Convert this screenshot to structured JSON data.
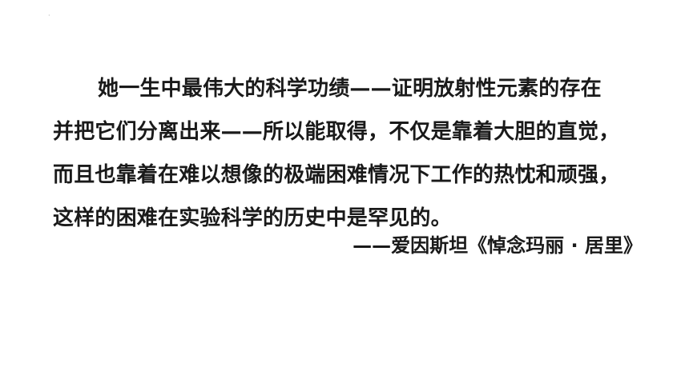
{
  "slide": {
    "corner_mark": "·",
    "quote_lines": [
      "她一生中最伟大的科学功绩——证明放射性元素的存在",
      "并把它们分离出来——所以能取得，不仅是靠着大胆的直觉，",
      "而且也靠着在难以想像的极端困难情况下工作的热忱和顽强，",
      "这样的困难在实验科学的历史中是罕见的。"
    ],
    "attribution": "——爱因斯坦《悼念玛丽 · 居里》"
  }
}
